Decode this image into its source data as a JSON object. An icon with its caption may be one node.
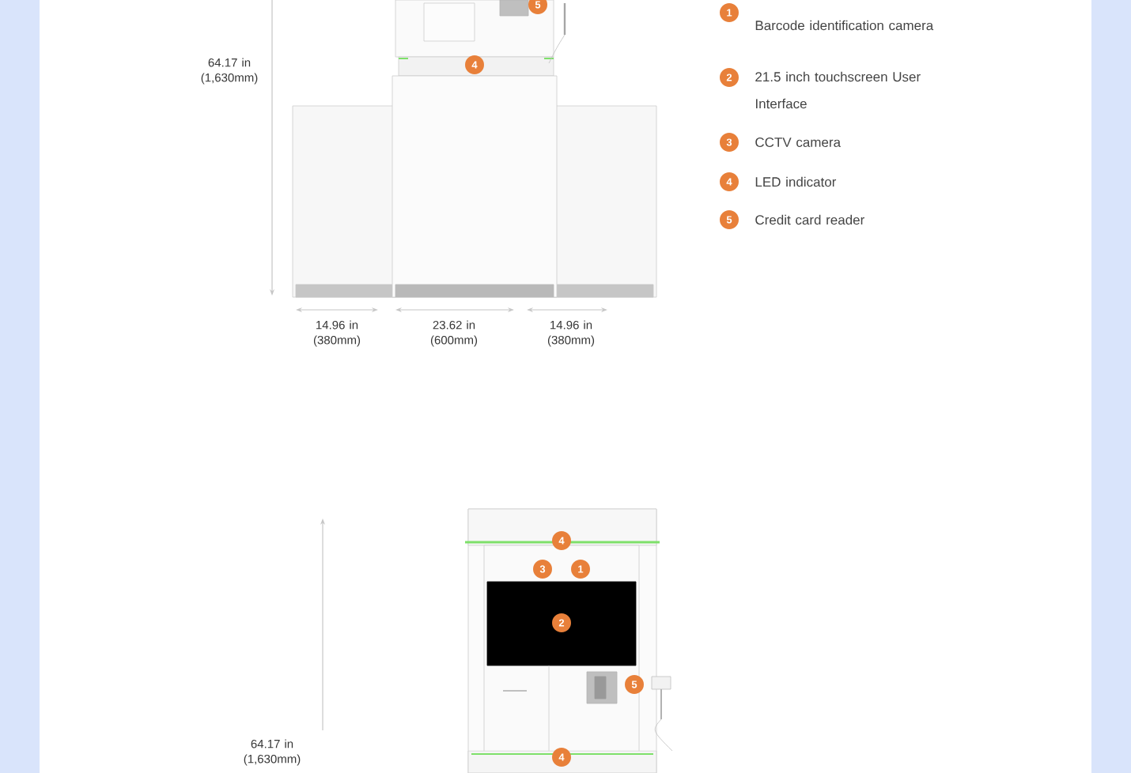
{
  "diagram": {
    "labels": [
      "5",
      "4",
      "64.17 in (1,630mm)",
      "1",
      "Barcode identification camera",
      "2",
      "21.5 inch touchscreen User Interface",
      "3",
      "CCTV camera",
      "4",
      "LED indicator",
      "5",
      "Credit card reader",
      "14.96 in (380mm)",
      "23.62 in (600mm)",
      "14.96 in (380mm)",
      "4",
      "3",
      "1",
      "2",
      "5",
      "4",
      "64.17 in (1,630mm)"
    ]
  }
}
